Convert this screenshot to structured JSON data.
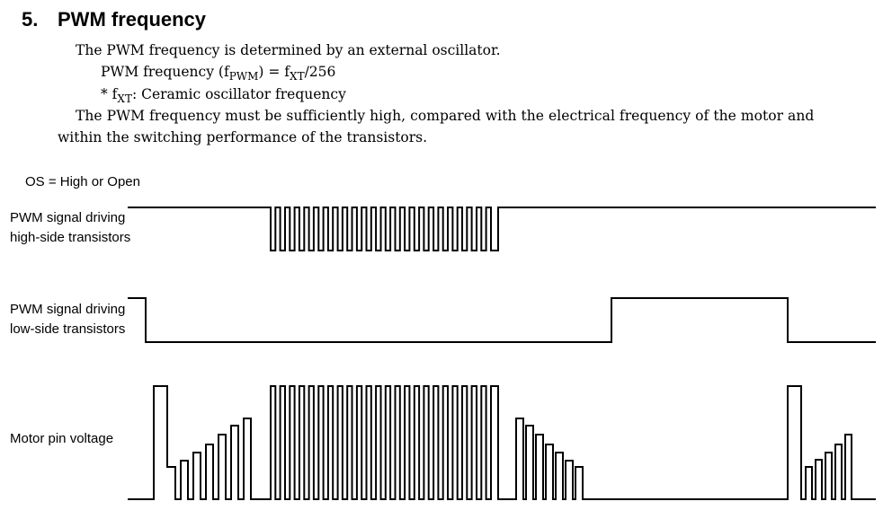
{
  "heading": {
    "number": "5.",
    "title": "PWM frequency"
  },
  "body": {
    "line1": "The PWM frequency is determined by an external oscillator.",
    "formula": {
      "prefix": "PWM frequency (f",
      "sub1": "PWM",
      "middle": ") = f",
      "sub2": "XT",
      "suffix": "/256"
    },
    "note": {
      "prefix": "* f",
      "sub": "XT",
      "suffix": ": Ceramic oscillator frequency"
    },
    "line4": "The PWM frequency must be sufficiently high, compared with the electrical frequency of the motor and",
    "line5": "within the switching performance of the transistors."
  },
  "diagram": {
    "condition": "OS = High or Open",
    "signals": [
      {
        "label_line1": "PWM signal driving",
        "label_line2": "high-side transistors"
      },
      {
        "label_line1": "PWM signal driving",
        "label_line2": "low-side transistors"
      },
      {
        "label_line1": "Motor pin voltage"
      }
    ]
  }
}
